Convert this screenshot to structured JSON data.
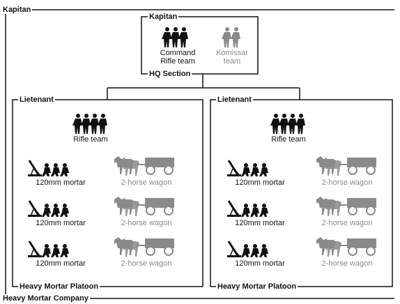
{
  "company": {
    "top_label": "Kapitan",
    "bottom_label": "Heavy Mortar Company"
  },
  "hq": {
    "top_label": "Kapitan",
    "bottom_label": "HQ Section",
    "command_label": "Command\nRifle team",
    "komissar_label": "Komissar\nteam"
  },
  "platoons": [
    {
      "top_label": "Lietenant",
      "bottom_label": "Heavy Mortar Platoon",
      "rifle_label": "Rifle team",
      "mortar_label": "120mm mortar",
      "wagon_label": "2-horse wagon"
    },
    {
      "top_label": "Lietenant",
      "bottom_label": "Heavy Mortar Platoon",
      "rifle_label": "Rifle team",
      "mortar_label": "120mm mortar",
      "wagon_label": "2-horse wagon"
    }
  ],
  "colors": {
    "black": "#111111",
    "grey": "#8a8a8a"
  }
}
